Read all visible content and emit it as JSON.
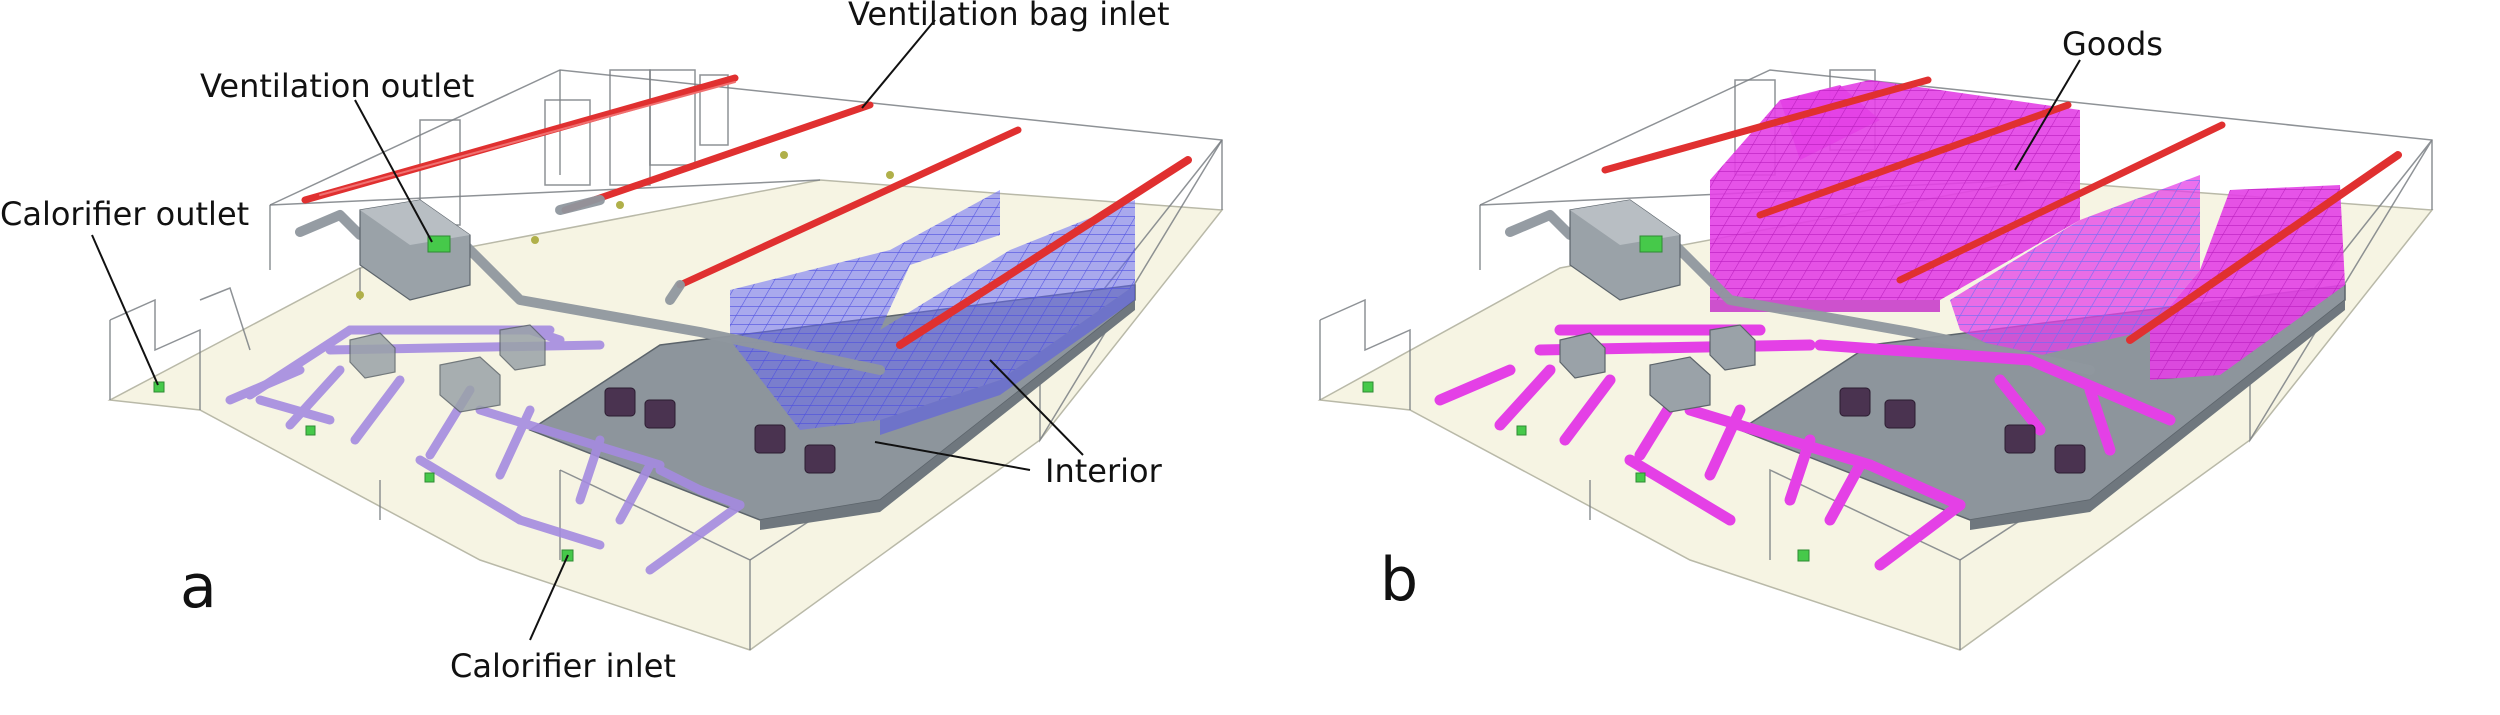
{
  "figure": {
    "panels": [
      {
        "letter": "a",
        "labels": {
          "ventilation_bag_inlet": "Ventilation bag inlet",
          "ventilation_outlet": "Ventilation outlet",
          "calorifier_outlet": "Calorifier outlet",
          "interior": "Interior",
          "calorifier_inlet": "Calorifier inlet"
        },
        "goods_color": "#6a6cf6",
        "branch_color": "#a58be0"
      },
      {
        "letter": "b",
        "labels": {
          "goods": "Goods"
        },
        "goods_color": "#e440e6",
        "branch_color": "#e440e6"
      }
    ],
    "colors": {
      "vent_bag": "#e03030",
      "inlet_marker": "#46c94a",
      "floor": "#f6f4e3",
      "interior_slab": "#8d959c",
      "duct": "#8f979e"
    }
  }
}
